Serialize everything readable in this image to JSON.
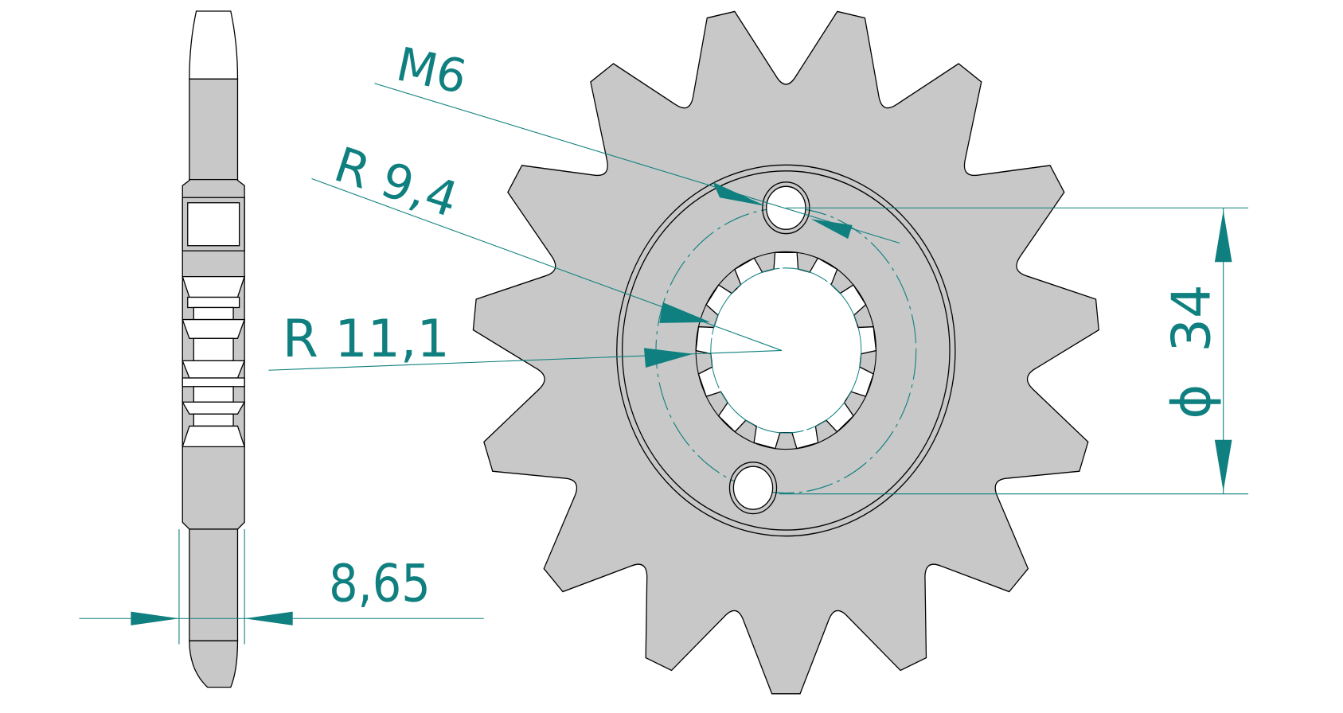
{
  "drawing": {
    "subject": "Front sprocket technical drawing",
    "teeth_count": 15,
    "spline_teeth_count": 13,
    "colors": {
      "part_fill": "#c8c8c8",
      "outline": "#000000",
      "dimension": "#0f7f7f",
      "background": "#ffffff"
    }
  },
  "dimensions": {
    "thread": {
      "label": "M6"
    },
    "inner_radius": {
      "label": "R 9,4"
    },
    "spline_radius": {
      "label": "R 11,1"
    },
    "bolt_circle": {
      "symbol": "ϕ",
      "value": "34"
    },
    "thickness": {
      "label": "8,65"
    }
  }
}
